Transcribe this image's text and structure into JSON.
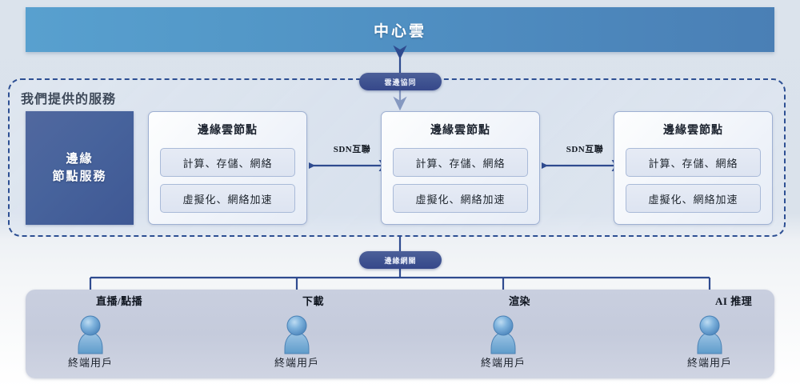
{
  "diagram": {
    "central_cloud": {
      "label": "中心雲"
    },
    "collaboration_badge": {
      "label": "雲邊協同"
    },
    "services_region": {
      "title": "我們提供的服務",
      "edge_service_block": {
        "line1": "邊緣",
        "line2": "節點服務"
      },
      "nodes": [
        {
          "title": "邊緣雲節點",
          "items": [
            "計算、存儲、網絡",
            "虛擬化、網絡加速"
          ]
        },
        {
          "title": "邊緣雲節點",
          "items": [
            "計算、存儲、網絡",
            "虛擬化、網絡加速"
          ]
        },
        {
          "title": "邊緣雲節點",
          "items": [
            "計算、存儲、網絡",
            "虛擬化、網絡加速"
          ]
        }
      ],
      "interconnects": [
        {
          "label": "SDN互聯"
        },
        {
          "label": "SDN互聯"
        }
      ]
    },
    "gateway_badge": {
      "label": "邊緣網關"
    },
    "users": [
      {
        "service": "直播/點播",
        "caption": "終端用戶"
      },
      {
        "service": "下載",
        "caption": "終端用戶"
      },
      {
        "service": "渲染",
        "caption": "終端用戶"
      },
      {
        "service": "AI 推理",
        "caption": "終端用戶"
      }
    ]
  },
  "colors": {
    "banner_start": "#58a0cf",
    "banner_end": "#4a7fb5",
    "dashed_border": "#2d4f93",
    "badge_fill": "#3e5290",
    "node_border": "#9eb0d2",
    "arrow": "#2f4b8f",
    "users_panel": "#c5cbdc",
    "person": "#6fa7d4"
  }
}
